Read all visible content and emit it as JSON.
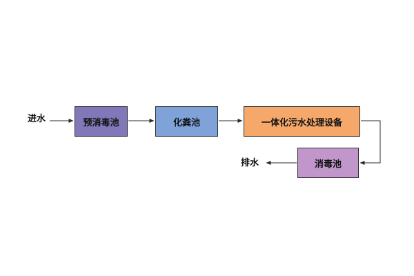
{
  "labels": {
    "inlet": "进水",
    "outlet": "排水"
  },
  "nodes": [
    {
      "id": "pre_disinfection_tank",
      "text": "预消毒池",
      "color": "#8078b8"
    },
    {
      "id": "septic_tank",
      "text": "化粪池",
      "color": "#7fa3d9"
    },
    {
      "id": "integrated_equipment",
      "text": "一体化污水处理设备",
      "color": "#f5a86a"
    },
    {
      "id": "disinfection_tank",
      "text": "消毒池",
      "color": "#c197cb"
    }
  ],
  "colors": {
    "line": "#2b2b2b"
  }
}
